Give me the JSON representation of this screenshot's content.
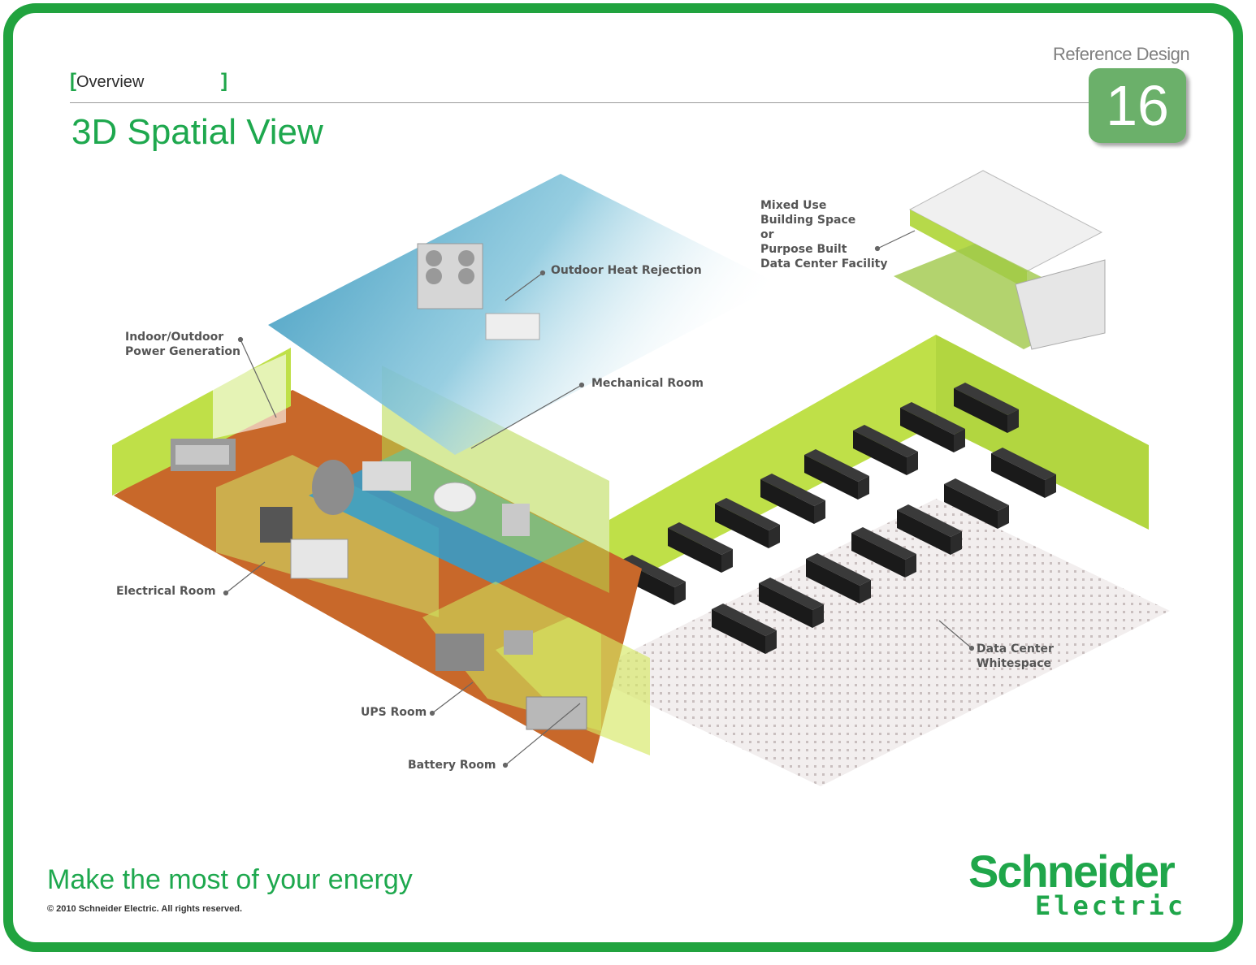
{
  "header": {
    "section": "Overview",
    "title": "3D Spatial View",
    "reference_label": "Reference Design",
    "reference_number": "16"
  },
  "callouts": {
    "mixed_use": "Mixed Use\nBuilding Space\nor\nPurpose Built\nData Center Facility",
    "outdoor_heat": "Outdoor Heat Rejection",
    "power_generation": "Indoor/Outdoor\nPower Generation",
    "mechanical_room": "Mechanical Room",
    "electrical_room": "Electrical Room",
    "ups_room": "UPS Room",
    "battery_room": "Battery Room",
    "whitespace": "Data Center\nWhitespace"
  },
  "footer": {
    "tagline": "Make the most of your energy",
    "copyright": "© 2010 Schneider Electric. All rights reserved.",
    "brand_line1": "Schneider",
    "brand_line2": "Electric"
  },
  "colors": {
    "brand_green": "#1ea84e",
    "wall_green": "#b6d94a",
    "floor_orange": "#c8682a",
    "mech_blue": "#2f9fd0",
    "rack_black": "#1c1c1c"
  }
}
